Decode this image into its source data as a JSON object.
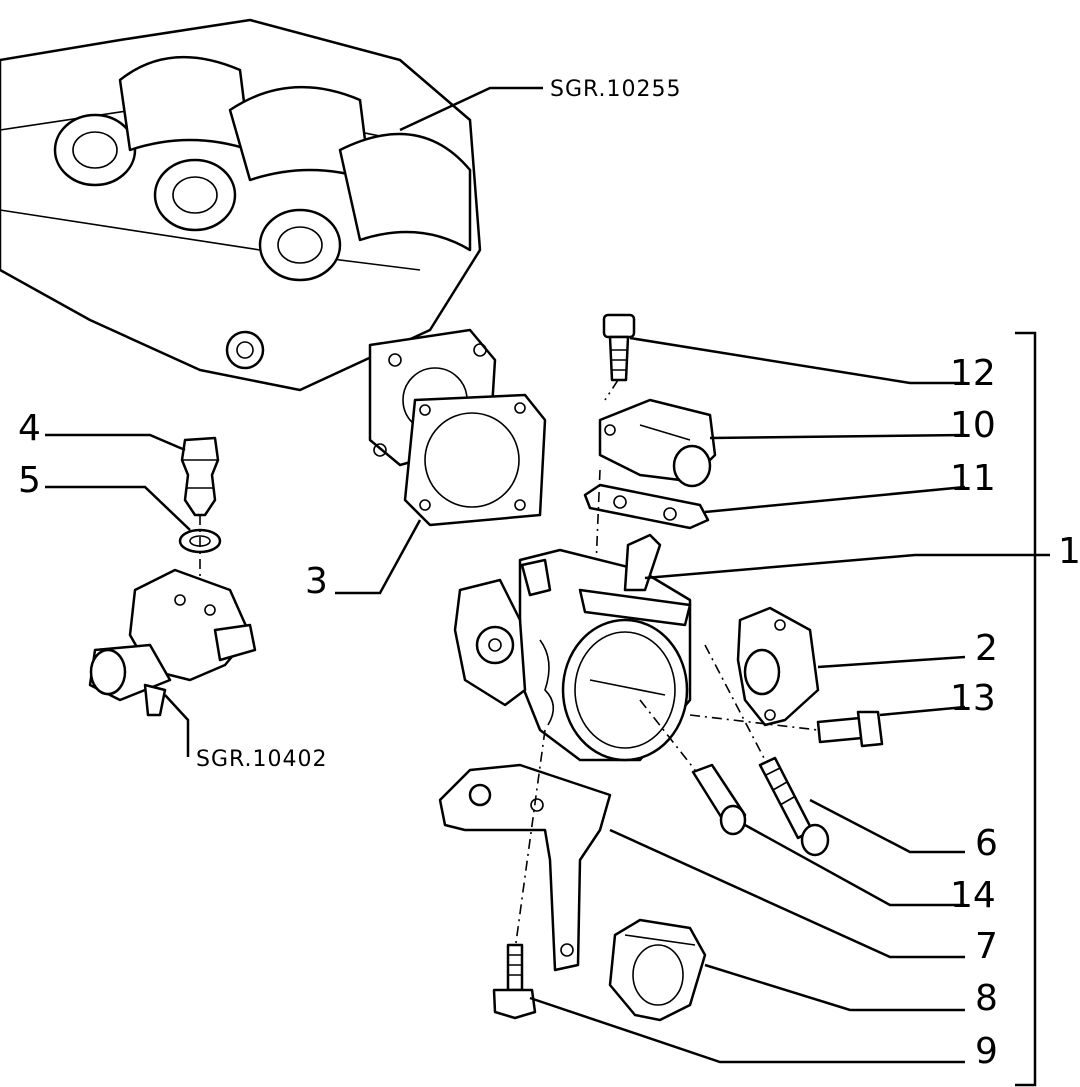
{
  "references": {
    "manifold": "SGR.10255",
    "thermostat_housing": "SGR.10402"
  },
  "callouts": [
    "1",
    "2",
    "3",
    "4",
    "5",
    "6",
    "7",
    "8",
    "9",
    "10",
    "11",
    "12",
    "13",
    "14"
  ]
}
